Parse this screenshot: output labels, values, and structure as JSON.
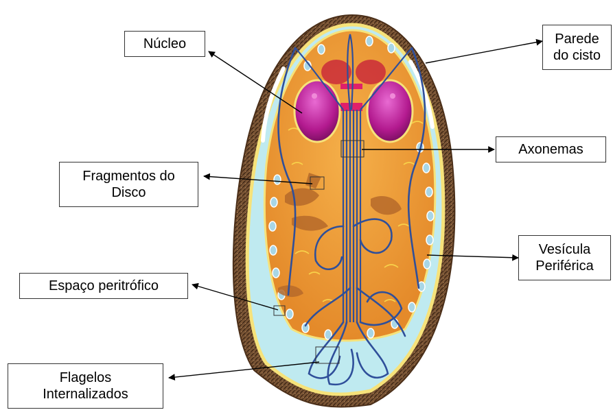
{
  "labels": {
    "nucleo": [
      "Núcleo"
    ],
    "parede": [
      "Parede",
      "do cisto"
    ],
    "axonemas": [
      "Axonemas"
    ],
    "fragmentos": [
      "Fragmentos do",
      "Disco"
    ],
    "vesicula": [
      "Vesícula",
      "Periférica"
    ],
    "espaco": [
      "Espaço peritrófico"
    ],
    "flagelos": [
      "Flagelos",
      "Internalizados"
    ]
  },
  "colors": {
    "wall": "#6b4a2e",
    "cytoplasm": "#f2a23a",
    "membrane": "#f6e27a",
    "peritrophic_space": "#bfeaf0",
    "nucleus": "#c21c9a",
    "flagella": "#2f4f9a"
  }
}
